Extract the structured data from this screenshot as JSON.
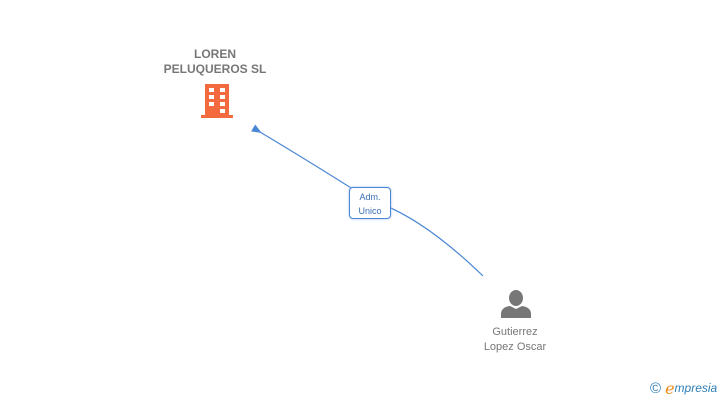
{
  "diagram": {
    "nodes": [
      {
        "id": "company",
        "type": "company",
        "name_line1": "LOREN",
        "name_line2": "PELUQUEROS SL",
        "icon": "building-icon",
        "color": "#f26a3d"
      },
      {
        "id": "person",
        "type": "person",
        "name_line1": "Gutierrez",
        "name_line2": "Lopez Oscar",
        "icon": "person-icon",
        "color": "#777777"
      }
    ],
    "edges": [
      {
        "from": "person",
        "to": "company",
        "label_line1": "Adm.",
        "label_line2": "Unico",
        "color": "#4a86d4"
      }
    ]
  },
  "footer": {
    "copyright_symbol": "©",
    "brand_initial": "e",
    "brand_rest": "mpresia"
  }
}
